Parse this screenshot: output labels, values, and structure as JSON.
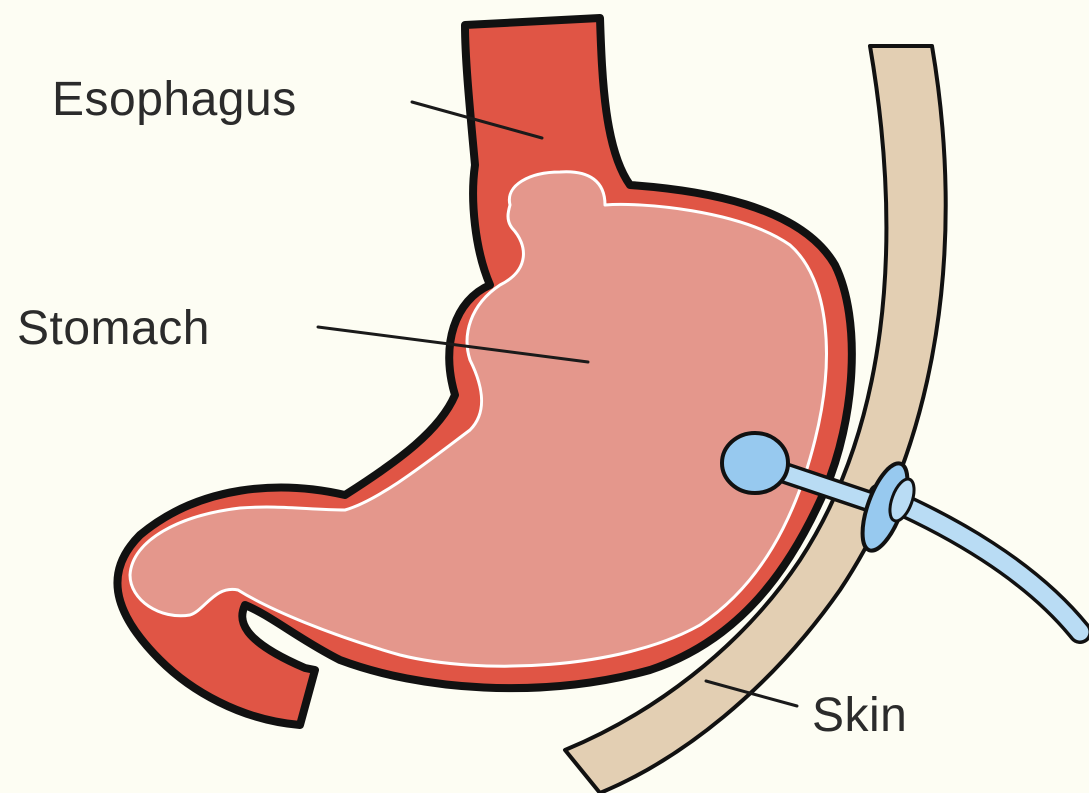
{
  "labels": {
    "esophagus": "Esophagus",
    "stomach": "Stomach",
    "skin": "Skin"
  },
  "colors": {
    "background": "#fdfdf3",
    "outer_wall": "#e05545",
    "inner_lining": "#e4978c",
    "skin": "#e3cfb3",
    "tube": "#b9dcf4",
    "bulb": "#97c9ef",
    "outline": "#111111"
  },
  "icons": {
    "feeding_tube": "feeding-tube-icon"
  }
}
